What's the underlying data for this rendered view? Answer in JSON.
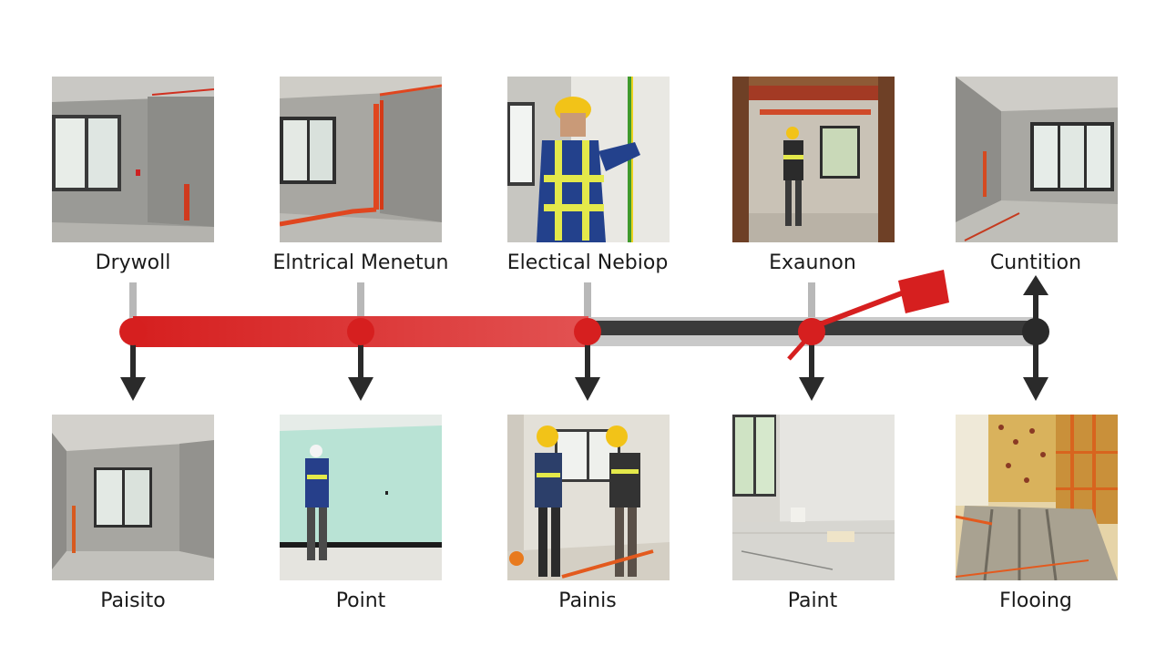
{
  "top_stages": [
    {
      "label": "Drywoll",
      "scene": "bare-room-window"
    },
    {
      "label": "Elntrical Menetun",
      "scene": "room-red-conduit"
    },
    {
      "label": "Electical Nebiop",
      "scene": "electrician-at-wall"
    },
    {
      "label": "Exaunon",
      "scene": "worker-framed-room"
    },
    {
      "label": "Cuntition",
      "scene": "empty-gray-room"
    }
  ],
  "bottom_stages": [
    {
      "label": "Paisito",
      "scene": "gray-room-window"
    },
    {
      "label": "Point",
      "scene": "worker-mint-wall"
    },
    {
      "label": "Painis",
      "scene": "two-workers-window"
    },
    {
      "label": "Paint",
      "scene": "painted-white-room"
    },
    {
      "label": "Flooing",
      "scene": "flooring-rails"
    }
  ],
  "colors": {
    "progress": "#d61f1f",
    "pending_track": "#3a3a3a",
    "stem": "#b8b8b8",
    "arrow": "#2a2a2a"
  },
  "progress": {
    "completed_nodes": 3,
    "total_nodes": 5
  }
}
